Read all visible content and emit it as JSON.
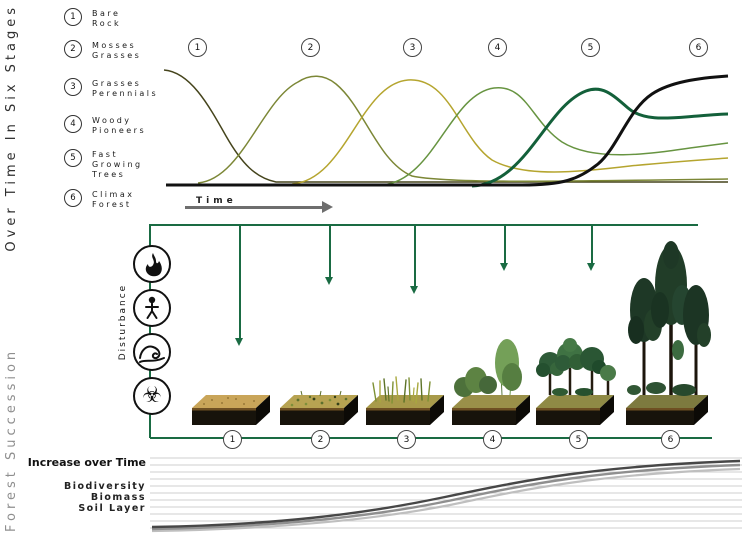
{
  "title": {
    "part1": "Forest Succession",
    "part2": "Over Time In Six Stages"
  },
  "legend": {
    "items": [
      {
        "num": "1",
        "lines": [
          "Bare",
          "Rock"
        ]
      },
      {
        "num": "2",
        "lines": [
          "Mosses",
          "Grasses"
        ]
      },
      {
        "num": "3",
        "lines": [
          "Grasses",
          "Perennials"
        ]
      },
      {
        "num": "4",
        "lines": [
          "Woody",
          "Pioneers"
        ]
      },
      {
        "num": "5",
        "lines": [
          "Fast",
          "Growing",
          "Trees"
        ]
      },
      {
        "num": "6",
        "lines": [
          "Climax",
          "Forest"
        ]
      }
    ]
  },
  "top_chart": {
    "markers": [
      "1",
      "2",
      "3",
      "4",
      "5",
      "6"
    ],
    "time_label": "Time"
  },
  "disturbance": {
    "label": "Disturbance",
    "icons": [
      {
        "name": "fire"
      },
      {
        "name": "human"
      },
      {
        "name": "wave"
      },
      {
        "name": "biohazard",
        "glyph": "☣"
      }
    ]
  },
  "stage_row": {
    "markers": [
      "1",
      "2",
      "3",
      "4",
      "5",
      "6"
    ]
  },
  "bottom_chart": {
    "title": "Increase over Time",
    "labels": [
      "Biodiversity",
      "Biomass",
      "Soil Layer"
    ]
  },
  "colors": {
    "accent_green": "#1a6b43",
    "curve_stage_1": "#45441c",
    "curve_stage_2": "#7c8736",
    "curve_stage_3": "#b5a52f",
    "curve_stage_4": "#679441",
    "curve_stage_5": "#13603a",
    "curve_stage_6": "#111111",
    "soil_top": "#c9a559",
    "soil_front": "#17130b"
  },
  "chart_data": [
    {
      "type": "line",
      "title": "Relative abundance of six succession stages over time",
      "xlabel": "Time",
      "ylabel": "",
      "x": [
        1,
        2,
        3,
        4,
        5,
        6
      ],
      "series": [
        {
          "name": "1 Bare Rock",
          "values": [
            1.0,
            0.15,
            0.05,
            0.03,
            0.02,
            0.02
          ]
        },
        {
          "name": "2 Mosses Grasses",
          "values": [
            0.1,
            1.0,
            0.3,
            0.1,
            0.06,
            0.05
          ]
        },
        {
          "name": "3 Grasses Perennials",
          "values": [
            0.0,
            0.2,
            1.0,
            0.4,
            0.25,
            0.2
          ]
        },
        {
          "name": "4 Woody Pioneers",
          "values": [
            0.0,
            0.0,
            0.3,
            1.0,
            0.5,
            0.35
          ]
        },
        {
          "name": "5 Fast Growing Trees",
          "values": [
            0.0,
            0.0,
            0.05,
            0.4,
            1.0,
            0.65
          ]
        },
        {
          "name": "6 Climax Forest",
          "values": [
            0.0,
            0.0,
            0.0,
            0.05,
            0.5,
            1.0
          ]
        }
      ],
      "legend_position": "none",
      "grid": false
    },
    {
      "type": "line",
      "title": "Increase over Time",
      "x": [
        1,
        2,
        3,
        4,
        5,
        6
      ],
      "series": [
        {
          "name": "Biodiversity",
          "values": [
            0.05,
            0.12,
            0.3,
            0.55,
            0.85,
            0.97
          ]
        },
        {
          "name": "Biomass",
          "values": [
            0.04,
            0.1,
            0.27,
            0.5,
            0.8,
            0.93
          ]
        },
        {
          "name": "Soil Layer",
          "values": [
            0.03,
            0.08,
            0.23,
            0.45,
            0.75,
            0.9
          ]
        }
      ],
      "legend_position": "left",
      "grid": true
    }
  ]
}
